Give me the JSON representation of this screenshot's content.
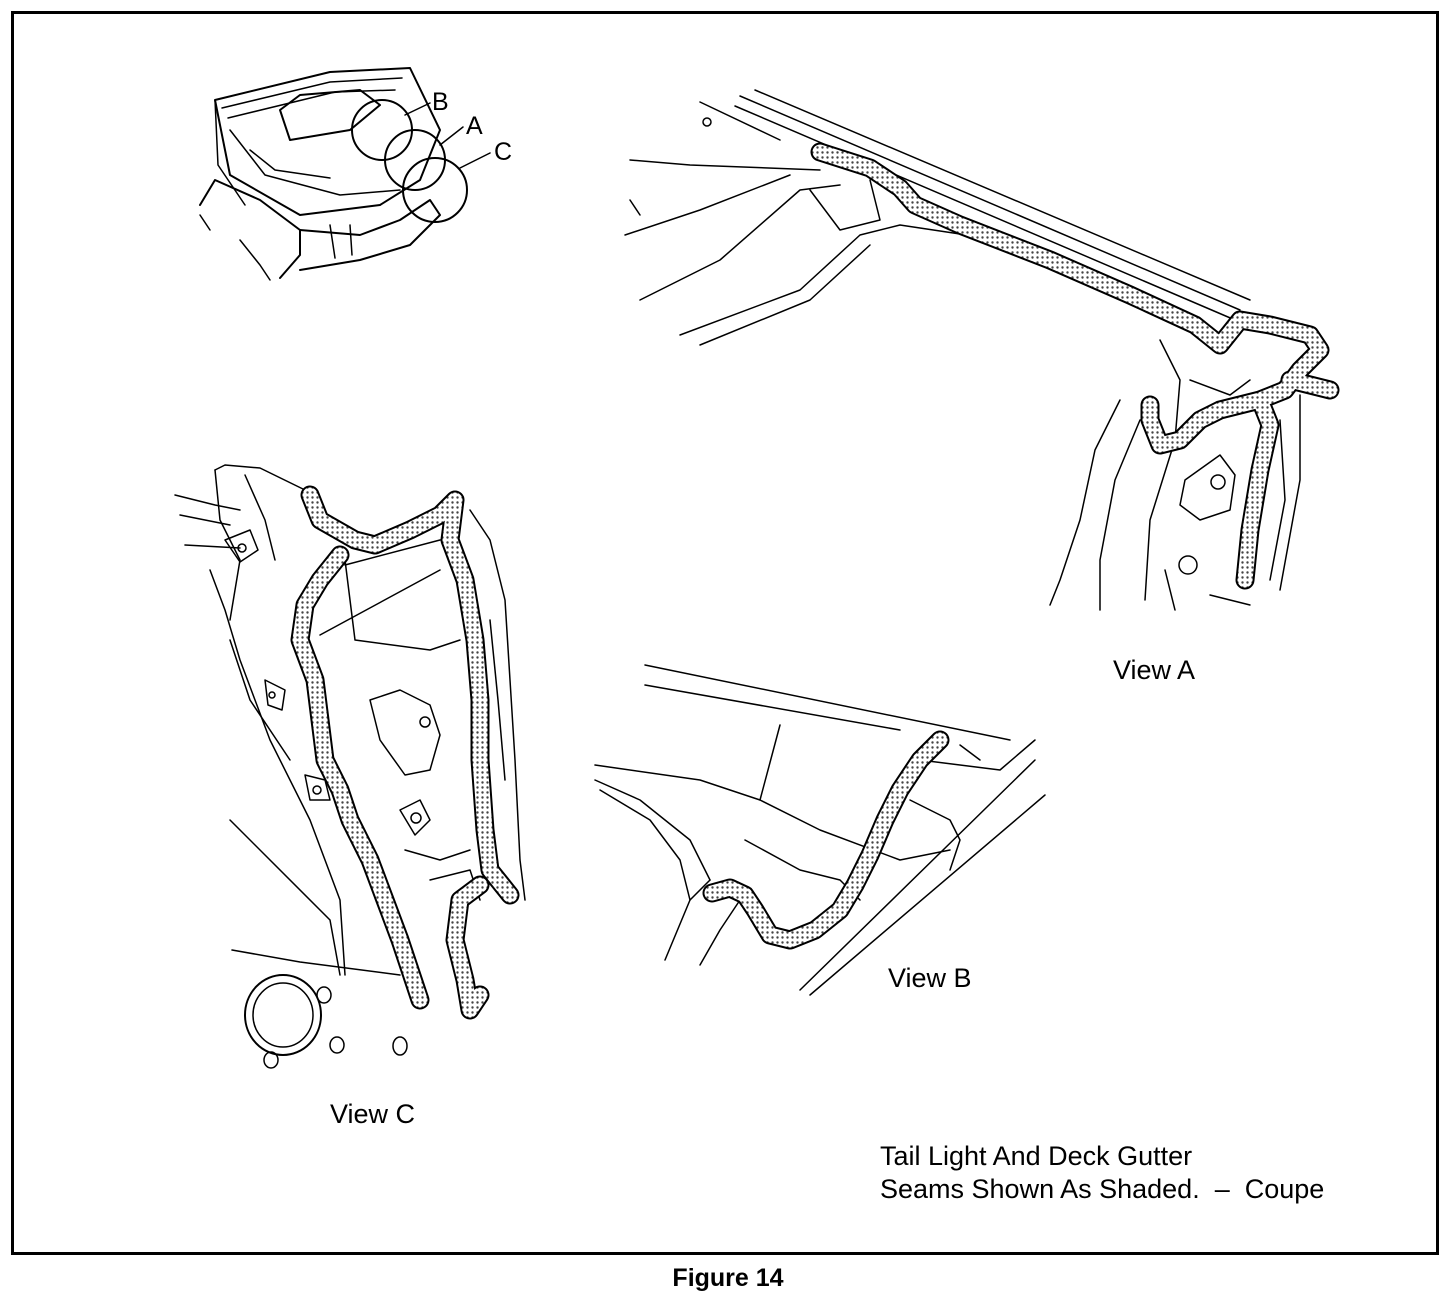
{
  "callouts": {
    "a": "A",
    "b": "B",
    "c": "C"
  },
  "views": {
    "a": "View A",
    "b": "View B",
    "c": "View C"
  },
  "caption": {
    "line1": "Tail Light And Deck Gutter",
    "line2": "Seams Shown As Shaded.  –  Coupe"
  },
  "figure_label": "Figure 14",
  "colors": {
    "ink": "#000000",
    "paper": "#ffffff",
    "seam_fill": "#d8d8d8"
  }
}
